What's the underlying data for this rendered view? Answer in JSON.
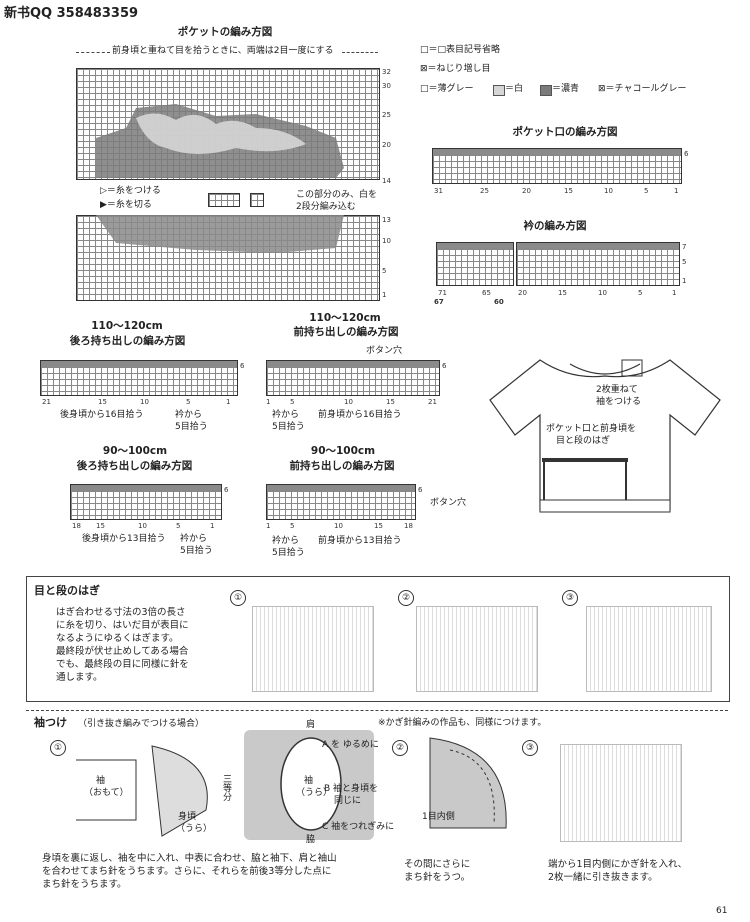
{
  "header": {
    "qq": "新书QQ 358483359"
  },
  "pocket": {
    "title": "ポケットの編み方図",
    "top_note": "前身頃と重ねて目を拾うときに、両端は2目一度にする",
    "row_labels": [
      "32",
      "30",
      "25",
      "20",
      "14",
      "13",
      "10",
      "5",
      "1"
    ],
    "attach": "▷＝糸をつける",
    "cut": "▶＝糸を切る",
    "note1": "この部分のみ、白を",
    "note2": "2段分編み込む"
  },
  "legend": {
    "item1": "□＝□表目記号省略",
    "item2": "⊠＝ねじり増し目",
    "item3": "□＝薄グレー",
    "item4": "＝白",
    "item5": "＝濃青",
    "item6": "⊠＝チャコールグレー"
  },
  "pocket_opening": {
    "title": "ポケット口の編み方図",
    "nums": [
      "31",
      "25",
      "20",
      "15",
      "10",
      "5",
      "1"
    ],
    "row": "6"
  },
  "collar": {
    "title": "衿の編み方図",
    "nums": [
      "71",
      "65",
      "20",
      "15",
      "10",
      "5",
      "1"
    ],
    "sub": [
      "67",
      "60"
    ],
    "rows": [
      "7",
      "5",
      "1"
    ]
  },
  "back_110": {
    "size": "110〜120cm",
    "title": "後ろ持ち出しの編み方図",
    "nums": [
      "21",
      "15",
      "10",
      "5",
      "1"
    ],
    "row": "6",
    "pick1": "後身頃から16目拾う",
    "pick2a": "衿から",
    "pick2b": "5目拾う"
  },
  "front_110": {
    "size": "110〜120cm",
    "title": "前持ち出しの編み方図",
    "buttonhole": "ボタン穴",
    "nums": [
      "1",
      "5",
      "10",
      "15",
      "21"
    ],
    "row": "6",
    "pick1a": "衿から",
    "pick1b": "5目拾う",
    "pick2": "前身頃から16目拾う"
  },
  "back_90": {
    "size": "90〜100cm",
    "title": "後ろ持ち出しの編み方図",
    "nums": [
      "18",
      "15",
      "10",
      "5",
      "1"
    ],
    "row": "6",
    "pick1": "後身頃から13目拾う",
    "pick2a": "衿から",
    "pick2b": "5目拾う"
  },
  "front_90": {
    "size": "90〜100cm",
    "title": "前持ち出しの編み方図",
    "buttonhole": "ボタン穴",
    "nums": [
      "1",
      "5",
      "10",
      "15",
      "18"
    ],
    "row": "6",
    "pick1a": "衿から",
    "pick1b": "5目拾う",
    "pick2": "前身頃から13目拾う"
  },
  "sweater": {
    "note1a": "2枚重ねて",
    "note1b": "袖をつける",
    "note2a": "ポケット口と前身頃を",
    "note2b": "目と段のはぎ"
  },
  "seam": {
    "title": "目と段のはぎ",
    "body": [
      "はぎ合わせる寸法の3倍の長さ",
      "に糸を切り、はいだ目が表目に",
      "なるようにゆるくはぎます。",
      "最終段が伏せ止めしてある場合",
      "でも、最終段の目に同様に針を",
      "通します。"
    ],
    "steps": [
      "①",
      "②",
      "③"
    ]
  },
  "sleeve": {
    "title": "袖つけ",
    "subtitle": "（引き抜き編みでつける場合）",
    "note": "※かぎ針編みの作品も、同様につけます。",
    "steps": [
      "①",
      "②",
      "③"
    ],
    "sleeve_label": "袖",
    "sleeve_sub": "（おもて）",
    "body_label": "身頃",
    "body_sub": "（うら）",
    "thirds": "三等分",
    "oval_top": "肩",
    "oval_a": "A を ゆるめに",
    "oval_b": "B 袖と身頃を",
    "oval_b2": "同じに",
    "oval_c": "C 袖をつれぎみに",
    "oval_bottom": "脇",
    "oval_center": "袖",
    "oval_center2": "（うら）",
    "inner": "1目内側",
    "desc1": [
      "身頃を裏に返し、袖を中に入れ、中表に合わせ、脇と袖下、肩と袖山",
      "を合わせてまち針をうちます。さらに、それらを前後3等分した点に",
      "まち針をうちます。"
    ],
    "desc2": [
      "その間にさらに",
      "まち針をうつ。"
    ],
    "desc3": [
      "端から1目内側にかぎ針を入れ、",
      "2枚一緒に引き抜きます。"
    ]
  },
  "page_number": "61"
}
